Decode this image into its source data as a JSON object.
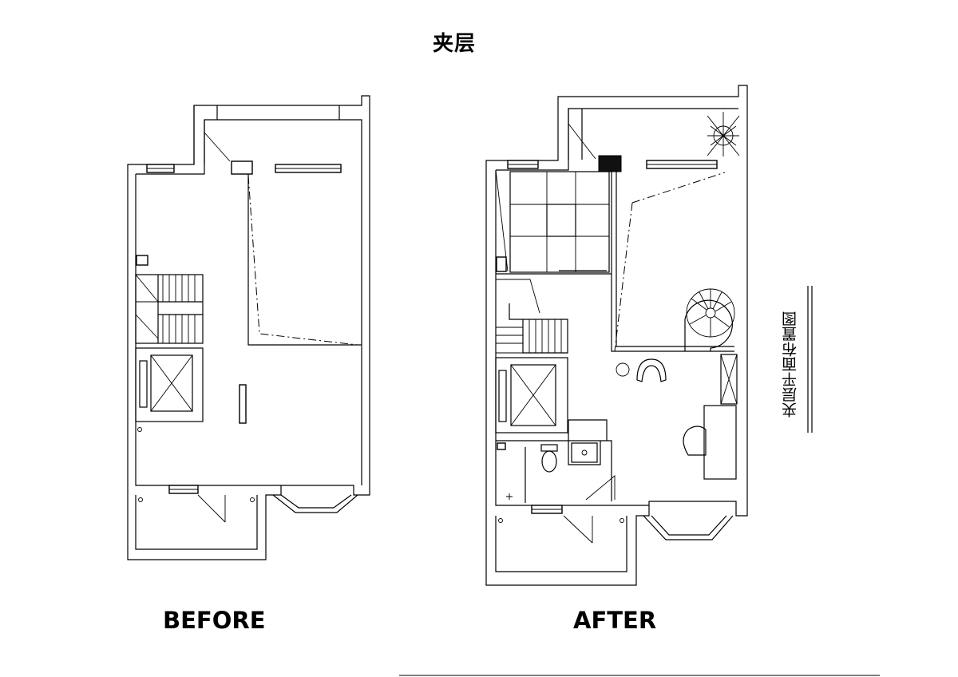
{
  "title": "夹层",
  "labels": {
    "before": "BEFORE",
    "after": "AFTER",
    "side_title": "夹层平面布置图"
  }
}
